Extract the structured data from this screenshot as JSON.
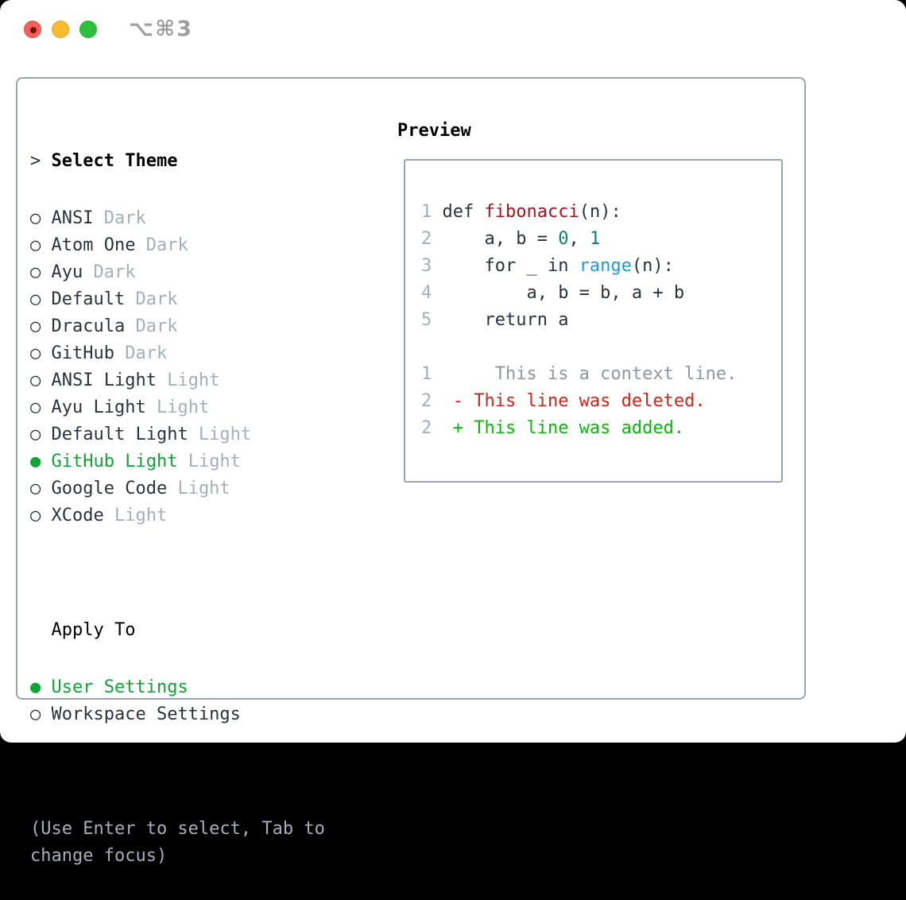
{
  "window": {
    "title": "⌥⌘3",
    "traffic_lights": [
      {
        "name": "close",
        "color": "#f4615a"
      },
      {
        "name": "minimize",
        "color": "#fbbb2f"
      },
      {
        "name": "zoom",
        "color": "#2ec03c"
      }
    ]
  },
  "theme_picker": {
    "header_prefix": ">",
    "header": "Select Theme",
    "unselected_bullet": "○",
    "selected_bullet": "●",
    "themes": [
      {
        "name": "ANSI",
        "variant": "Dark",
        "selected": false
      },
      {
        "name": "Atom One",
        "variant": "Dark",
        "selected": false
      },
      {
        "name": "Ayu",
        "variant": "Dark",
        "selected": false
      },
      {
        "name": "Default",
        "variant": "Dark",
        "selected": false
      },
      {
        "name": "Dracula",
        "variant": "Dark",
        "selected": false
      },
      {
        "name": "GitHub",
        "variant": "Dark",
        "selected": false
      },
      {
        "name": "ANSI Light",
        "variant": "Light",
        "selected": false
      },
      {
        "name": "Ayu Light",
        "variant": "Light",
        "selected": false
      },
      {
        "name": "Default Light",
        "variant": "Light",
        "selected": false
      },
      {
        "name": "GitHub Light",
        "variant": "Light",
        "selected": true
      },
      {
        "name": "Google Code",
        "variant": "Light",
        "selected": false
      },
      {
        "name": "XCode",
        "variant": "Light",
        "selected": false
      }
    ],
    "apply_to": {
      "header": "Apply To",
      "options": [
        {
          "label": "User Settings",
          "selected": true
        },
        {
          "label": "Workspace Settings",
          "selected": false
        }
      ]
    },
    "hint": "(Use Enter to select, Tab to\nchange focus)"
  },
  "preview": {
    "header": "Preview",
    "lines": [
      {
        "num": "1",
        "tokens": [
          {
            "t": " def ",
            "s": "code"
          },
          {
            "t": "fibonacci",
            "s": "function"
          },
          {
            "t": "(n):",
            "s": "code"
          }
        ]
      },
      {
        "num": "2",
        "tokens": [
          {
            "t": "     a, b = ",
            "s": "code"
          },
          {
            "t": "0",
            "s": "number"
          },
          {
            "t": ", ",
            "s": "code"
          },
          {
            "t": "1",
            "s": "number"
          }
        ]
      },
      {
        "num": "3",
        "tokens": [
          {
            "t": "     for _ in ",
            "s": "code"
          },
          {
            "t": "range",
            "s": "builtin"
          },
          {
            "t": "(n):",
            "s": "code"
          }
        ]
      },
      {
        "num": "4",
        "tokens": [
          {
            "t": "         a, b = b, a + b",
            "s": "code"
          }
        ]
      },
      {
        "num": "5",
        "tokens": [
          {
            "t": "     return a",
            "s": "code"
          }
        ]
      },
      {
        "num": "",
        "tokens": []
      },
      {
        "num": "1",
        "tokens": [
          {
            "t": "      This is a context line.",
            "s": "context"
          }
        ]
      },
      {
        "num": "2",
        "tokens": [
          {
            "t": "  - This line was deleted.",
            "s": "deleted"
          }
        ]
      },
      {
        "num": "2",
        "tokens": [
          {
            "t": "  + This line was added.",
            "s": "added"
          }
        ]
      }
    ]
  },
  "colors": {
    "accent_green": "#11a336",
    "added_green": "#0db50d",
    "deleted_red": "#c9271c",
    "function_red": "#a2161f",
    "number_teal": "#0c7d76",
    "builtin_blue": "#1f9cd7",
    "text_dark": "#2b323b",
    "muted": "#a5aeb9",
    "context_gray": "#8f979f",
    "border": "#9aa3ae",
    "header": "#000000",
    "traffic_red": "#f4615a",
    "traffic_yellow": "#fbbb2f",
    "traffic_green": "#2ec03c"
  }
}
